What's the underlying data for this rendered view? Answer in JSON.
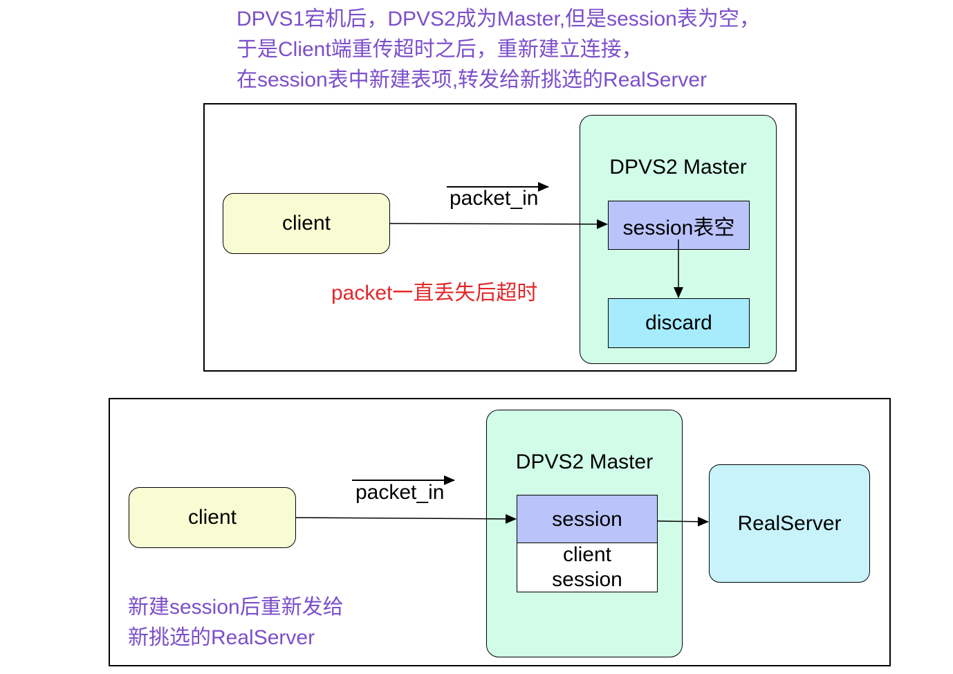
{
  "top_caption": {
    "lines": [
      "DPVS1宕机后，DPVS2成为Master,但是session表为空，",
      "于是Client端重传超时之后，重新建立连接，",
      "在session表中新建表项,转发给新挑选的RealServer"
    ]
  },
  "diagram_top": {
    "client_label": "client",
    "packet_label": "packet_in",
    "master_title": "DPVS2 Master",
    "session_label": "session表空",
    "discard_label": "discard",
    "note": "packet一直丢失后超时"
  },
  "diagram_bottom": {
    "client_label": "client",
    "packet_label": "packet_in",
    "master_title": "DPVS2 Master",
    "session_label": "session",
    "entry_line1": "client",
    "entry_line2": "session",
    "realserver_label": "RealServer",
    "note_lines": [
      "新建session后重新发给",
      "新挑选的RealServer"
    ]
  },
  "colors": {
    "caption": "#7b4fc9",
    "note_red": "#e0282a",
    "client_fill": "#f7fcd2",
    "master_fill": "#d1fce8",
    "session_fill": "#bac4fb",
    "discard_fill": "#a6ecfc",
    "realserver_fill": "#c8f3fb"
  }
}
